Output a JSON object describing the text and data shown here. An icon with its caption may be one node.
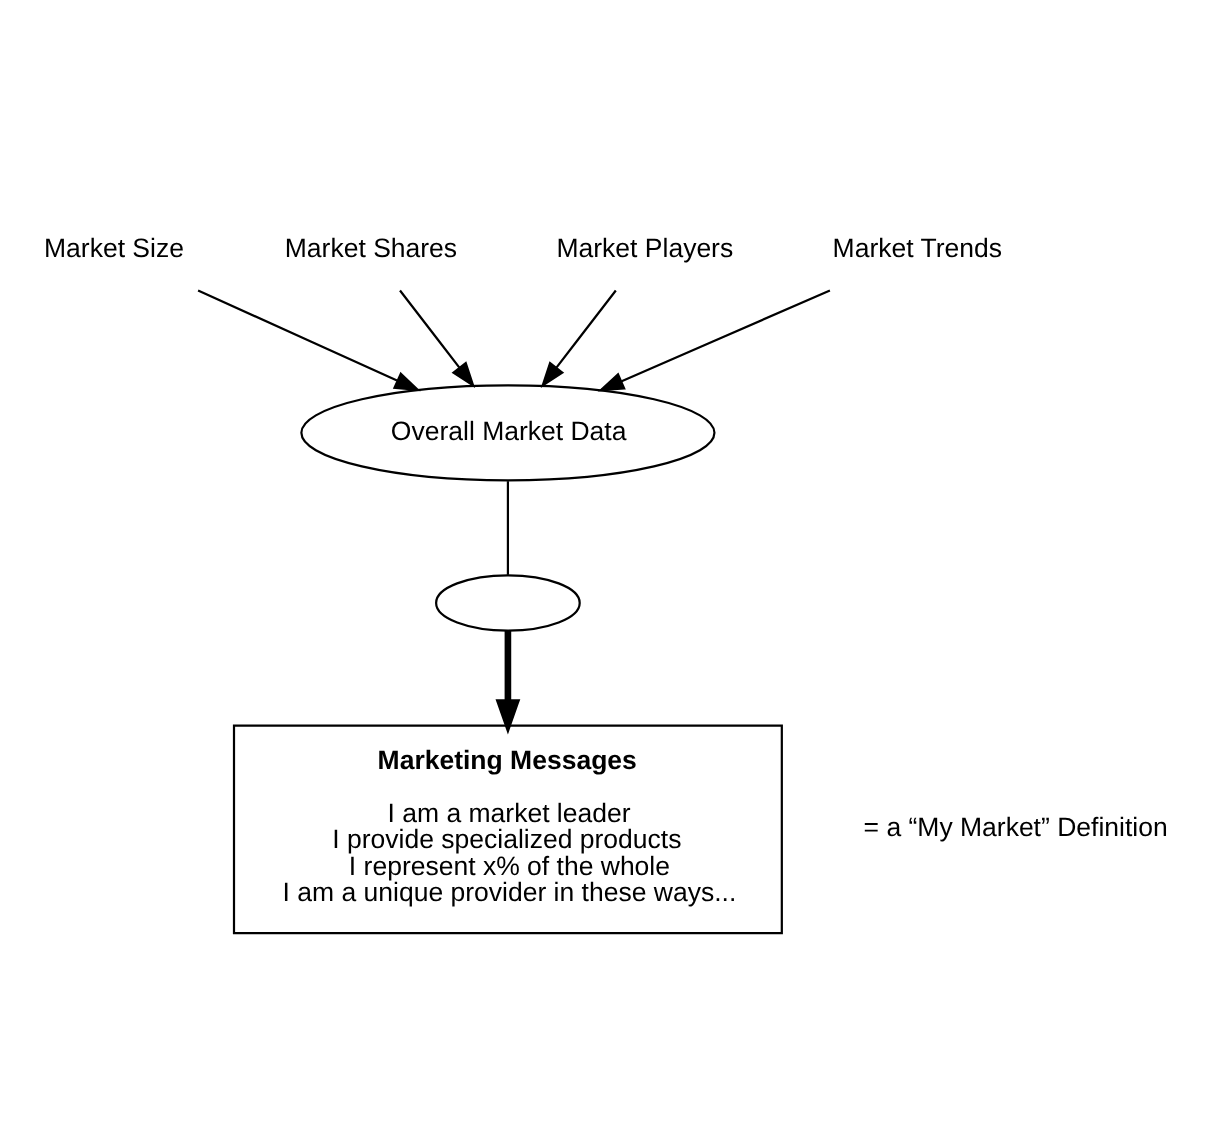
{
  "diagram": {
    "nodes": [
      {
        "text": [
          "Market Size"
        ]
      },
      {
        "text": [
          "Market Shares"
        ]
      },
      {
        "text": [
          "Market Players"
        ]
      },
      {
        "text": [
          "Market Trends"
        ]
      },
      {
        "text": [
          "Overall Market Data"
        ]
      },
      {
        "text": [],
        "shape": "ellipse"
      },
      {
        "text": [
          "Marketing Messages",
          "I am a market leader",
          "I provide specialized products",
          "I represent x% of the whole",
          "I am a unique provider in these ways..."
        ]
      }
    ],
    "labels": [
      "= a “My Market” Definition"
    ],
    "edges": [
      {
        "from": 0,
        "to": 4,
        "arrow": "to"
      },
      {
        "from": 1,
        "to": 4,
        "arrow": "to"
      },
      {
        "from": 2,
        "to": 4,
        "arrow": "to"
      },
      {
        "from": 3,
        "to": 4,
        "arrow": "to"
      },
      {
        "from": 4,
        "to": 5,
        "arrow": "none"
      },
      {
        "from": 5,
        "to": 6,
        "arrow": "to",
        "style": "thick"
      }
    ]
  }
}
